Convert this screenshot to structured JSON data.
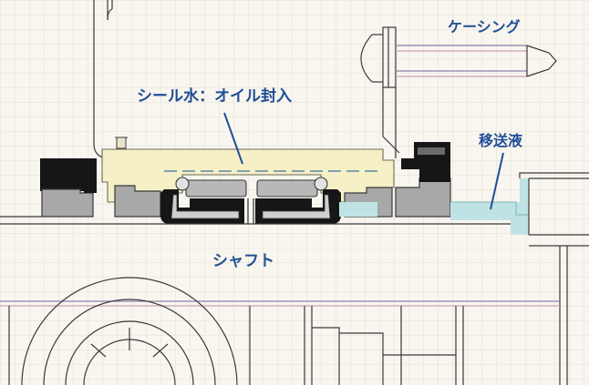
{
  "labels": {
    "casing": "ケーシング",
    "seal_water": "シール水：オイル封入",
    "transfer_fluid": "移送液",
    "shaft": "シャフト"
  },
  "colors": {
    "background": "#f8f6ef",
    "grid": "#d9d6cc",
    "label_text": "#1f4e96",
    "seal_oil_fill": "#f6f0c6",
    "transfer_fluid_fill": "#bfe3e4",
    "rubber": "#161616",
    "gray_parts": "#a8a8a8",
    "line": "#3a3a3a"
  }
}
